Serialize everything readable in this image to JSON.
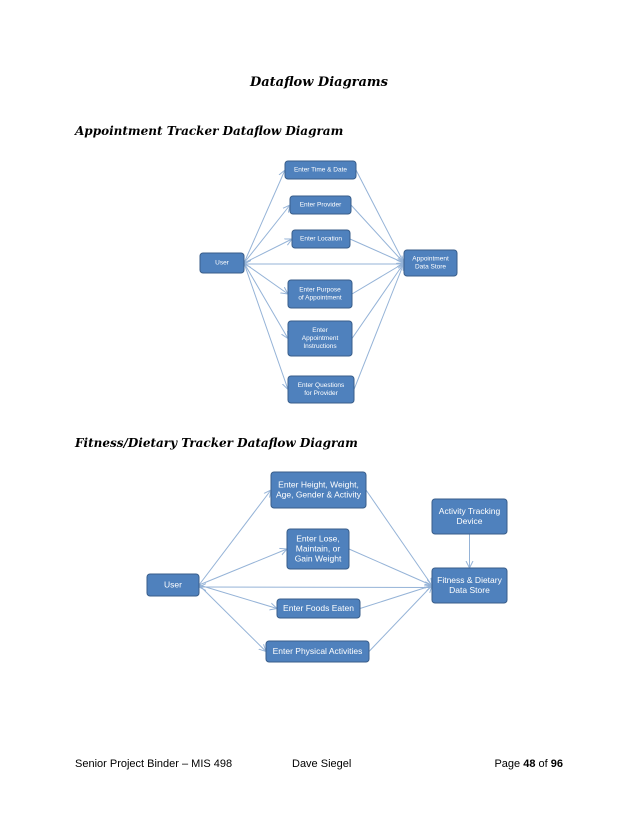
{
  "page_title": "Dataflow Diagrams",
  "appointment": {
    "heading": "Appointment Tracker Dataflow Diagram",
    "user": "User",
    "store": [
      "Appointment",
      "Data Store"
    ],
    "processes": [
      [
        "Enter Time  & Date"
      ],
      [
        "Enter Provider"
      ],
      [
        "Enter Location"
      ],
      [
        "Enter Purpose",
        "of Appointment"
      ],
      [
        "Enter",
        "Appointment",
        "Instructions"
      ],
      [
        "Enter Questions",
        "for Provider"
      ]
    ]
  },
  "fitness": {
    "heading": "Fitness/Dietary Tracker Dataflow Diagram",
    "user": "User",
    "store": [
      "Fitness & Dietary",
      "Data Store"
    ],
    "device": [
      "Activity Tracking",
      "Device"
    ],
    "processes": [
      [
        "Enter Height, Weight,",
        "Age, Gender & Activity"
      ],
      [
        "Enter Lose,",
        "Maintain, or",
        "Gain Weight"
      ],
      [
        "Enter Foods Eaten"
      ],
      [
        "Enter Physical Activities"
      ]
    ]
  },
  "footer": {
    "left": "Senior Project Binder – MIS 498",
    "center": "Dave Siegel",
    "page_prefix": "Page ",
    "page_num": "48",
    "page_of": " of ",
    "page_total": "96"
  }
}
